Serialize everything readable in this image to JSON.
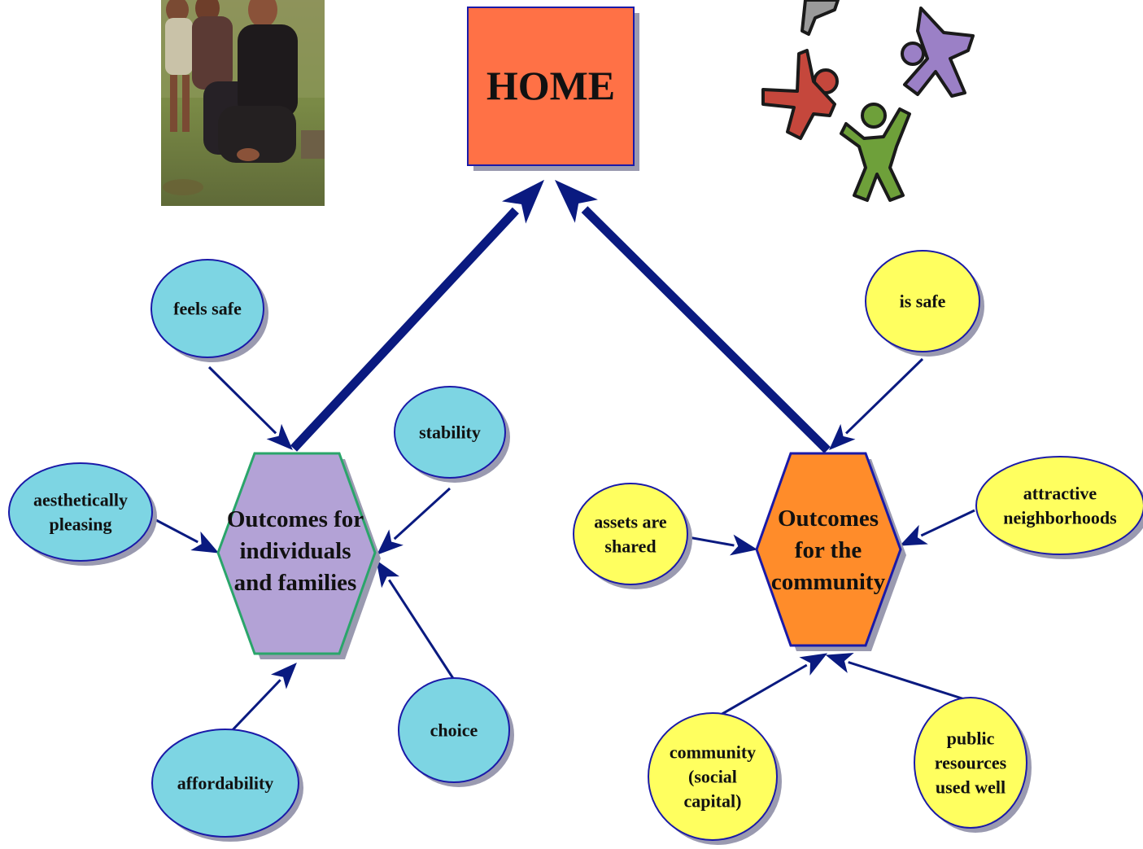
{
  "home": {
    "label": "HOME"
  },
  "individuals": {
    "lines": [
      "Outcomes for",
      "individuals",
      "and families"
    ]
  },
  "community": {
    "lines": [
      "Outcomes",
      "for the",
      "community"
    ]
  },
  "individual_outcomes": [
    {
      "id": "feels-safe",
      "lines": [
        "feels safe"
      ]
    },
    {
      "id": "stability",
      "lines": [
        "stability"
      ]
    },
    {
      "id": "aesthetically-pleasing",
      "lines": [
        "aesthetically",
        "pleasing"
      ]
    },
    {
      "id": "affordability",
      "lines": [
        "affordability"
      ]
    },
    {
      "id": "choice",
      "lines": [
        "choice"
      ]
    }
  ],
  "community_outcomes": [
    {
      "id": "is-safe",
      "lines": [
        "is safe"
      ]
    },
    {
      "id": "assets-are-shared",
      "lines": [
        "assets are",
        "shared"
      ]
    },
    {
      "id": "attractive-neighborhoods",
      "lines": [
        "attractive",
        "neighborhoods"
      ]
    },
    {
      "id": "community-social-capital",
      "lines": [
        "community",
        "(social",
        "capital)"
      ]
    },
    {
      "id": "public-resources",
      "lines": [
        "public",
        "resources",
        "used well"
      ]
    }
  ],
  "colors": {
    "home_fill": "#ff7146",
    "individuals_fill": "#b3a2d6",
    "community_fill": "#ff8c2a",
    "individual_ellipse": "#7dd5e3",
    "community_ellipse": "#ffff5f",
    "arrow": "#0a1a80",
    "outline": "#1a1aa8"
  },
  "images": [
    {
      "id": "family-photo",
      "description": "photo-family-sitting-outdoors"
    },
    {
      "id": "people-circle",
      "description": "people-circle-logo"
    }
  ]
}
